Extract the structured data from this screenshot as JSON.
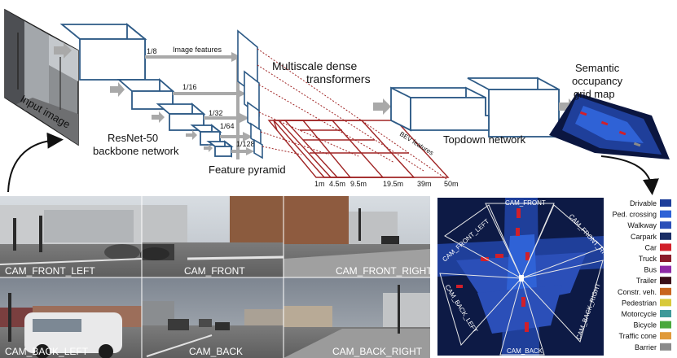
{
  "architecture": {
    "input_label": "Input image",
    "backbone_label_line1": "ResNet-50",
    "backbone_label_line2": "backbone network",
    "scale_labels": [
      "1/8",
      "1/16",
      "1/32",
      "1/64",
      "1/128"
    ],
    "image_features_label": "Image features",
    "feature_pyramid_label": "Feature pyramid",
    "transformers_line1": "Multiscale dense",
    "transformers_line2": "transformers",
    "bev_features_label": "BEV features",
    "distance_labels": [
      "1m",
      "4.5m",
      "9.5m",
      "19.5m",
      "39m",
      "50m"
    ],
    "topdown_label": "Topdown network",
    "output_line1": "Semantic",
    "output_line2": "occupancy",
    "output_line3": "grid map"
  },
  "cameras": [
    {
      "name": "CAM_FRONT_LEFT"
    },
    {
      "name": "CAM_FRONT"
    },
    {
      "name": "CAM_FRONT_RIGHT"
    },
    {
      "name": "CAM_BACK_LEFT"
    },
    {
      "name": "CAM_BACK"
    },
    {
      "name": "CAM_BACK_RIGHT"
    }
  ],
  "map_labels": {
    "front": "CAM_FRONT",
    "front_left": "CAM_FRONT_LEFT",
    "front_right": "CAM_FRONT_RIGHT",
    "back_left": "CAM_BACK_LEFT",
    "back_right": "CAM_BACK_RIGHT",
    "back": "CAM_BACK"
  },
  "legend": [
    {
      "label": "Drivable",
      "color": "#1f3f9a"
    },
    {
      "label": "Ped. crossing",
      "color": "#2f62d6"
    },
    {
      "label": "Walkway",
      "color": "#2b4fb8"
    },
    {
      "label": "Carpark",
      "color": "#1a2e66"
    },
    {
      "label": "Car",
      "color": "#d11f2a"
    },
    {
      "label": "Truck",
      "color": "#8a1c2c"
    },
    {
      "label": "Bus",
      "color": "#8e2aa6"
    },
    {
      "label": "Trailer",
      "color": "#3a0e18"
    },
    {
      "label": "Constr. veh.",
      "color": "#c8641e"
    },
    {
      "label": "Pedestrian",
      "color": "#d8c93a"
    },
    {
      "label": "Motorcycle",
      "color": "#3e9a9a"
    },
    {
      "label": "Bicycle",
      "color": "#4aa83c"
    },
    {
      "label": "Traffic cone",
      "color": "#e09a3a"
    },
    {
      "label": "Barrier",
      "color": "#8a8a8a"
    }
  ],
  "colors": {
    "block_stroke": "#2d5a86",
    "arrow_gray": "#a9a9a9",
    "bev_red": "#a02525",
    "map_bg": "#0d1a45"
  }
}
